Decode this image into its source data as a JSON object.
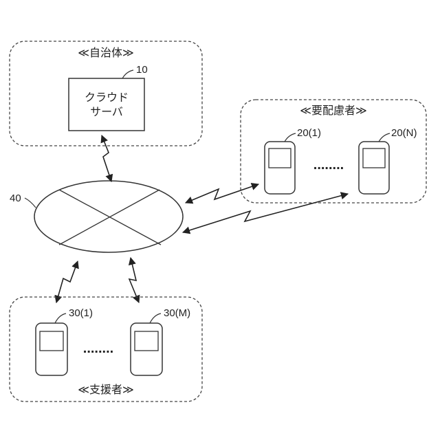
{
  "municipality": {
    "label": "≪自治体≫"
  },
  "cloud_server": {
    "ref": "10",
    "line1": "クラウド",
    "line2": "サーバ"
  },
  "care_recipients": {
    "label": "≪要配慮者≫",
    "first_ref": "20(1)",
    "last_ref": "20(N)",
    "ellipsis": "........"
  },
  "network": {
    "ref": "40"
  },
  "supporters": {
    "label": "≪支援者≫",
    "first_ref": "30(1)",
    "last_ref": "30(M)",
    "ellipsis": "........"
  }
}
